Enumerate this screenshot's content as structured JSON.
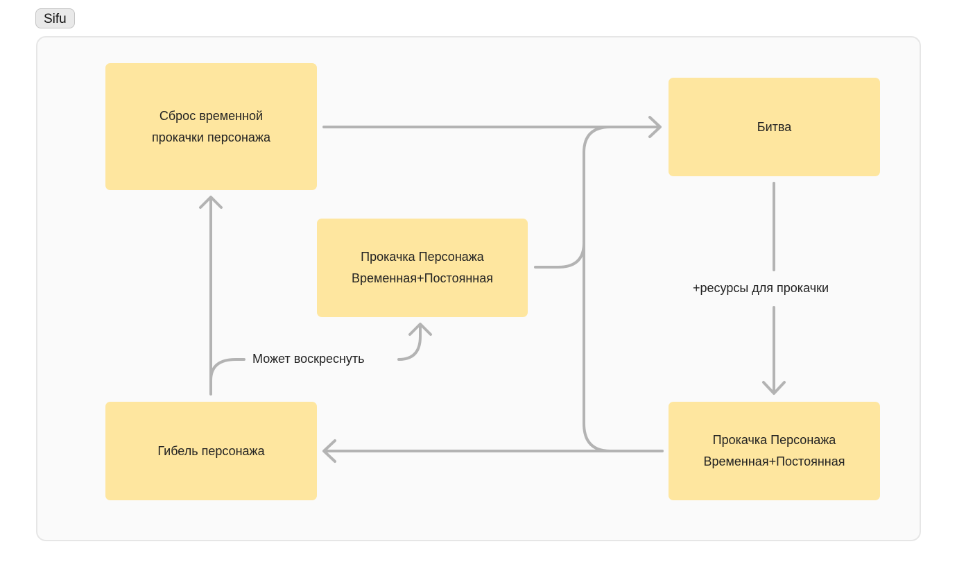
{
  "header": {
    "tag_label": "Sifu"
  },
  "diagram": {
    "colors": {
      "node_fill": "#fee69f",
      "edge": "#b3b3b3",
      "canvas": "#fafafa"
    },
    "nodes": {
      "reset": {
        "line1": "Сброс временной",
        "line2": "прокачки персонажа"
      },
      "upgrade_mid": {
        "line1": "Прокачка Персонажа",
        "line2": "Временная+Постоянная"
      },
      "battle": {
        "label": "Битва"
      },
      "upgrade_right": {
        "line1": "Прокачка Персонажа",
        "line2": "Временная+Постоянная"
      },
      "death": {
        "label": "Гибель персонажа"
      }
    },
    "edges": {
      "resources_label": "+ресурсы для прокачки",
      "revive_label": "Может воскреснуть"
    }
  }
}
